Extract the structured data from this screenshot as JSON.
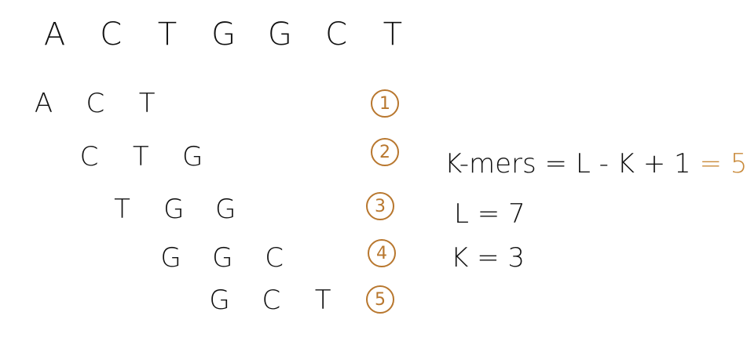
{
  "sequence": [
    "A",
    "C",
    "T",
    "G",
    "G",
    "C",
    "T"
  ],
  "kmers": [
    {
      "letters": [
        "A",
        "C",
        "T"
      ],
      "index": "1"
    },
    {
      "letters": [
        "C",
        "T",
        "G"
      ],
      "index": "2"
    },
    {
      "letters": [
        "T",
        "G",
        "G"
      ],
      "index": "3"
    },
    {
      "letters": [
        "G",
        "G",
        "C"
      ],
      "index": "4"
    },
    {
      "letters": [
        "G",
        "C",
        "T"
      ],
      "index": "5"
    }
  ],
  "formula": {
    "lhs": "K-mers = L - K + 1",
    "result": "= 5",
    "L_line": "L = 7",
    "K_line": "K = 3"
  },
  "colors": {
    "ink": "#111111",
    "accent": "#b8772e"
  }
}
